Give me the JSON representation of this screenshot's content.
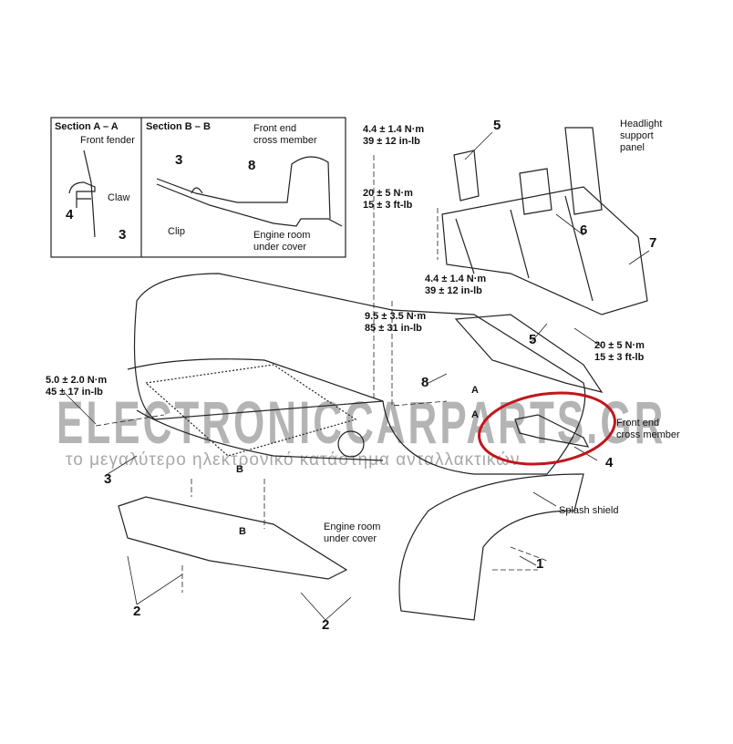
{
  "sections": {
    "a_title": "Section A – A",
    "a_front_fender": "Front fender",
    "a_claw": "Claw",
    "a_num_4": "4",
    "a_num_3": "3",
    "b_title": "Section B – B",
    "b_front_end_cross_member_1": "Front end",
    "b_front_end_cross_member_2": "cross member",
    "b_num_3": "3",
    "b_num_8": "8",
    "b_clip": "Clip",
    "b_engine_room_1": "Engine room",
    "b_engine_room_2": "under cover"
  },
  "torque": {
    "t1": [
      "4.4 ± 1.4 N·m",
      "39 ± 12 in-lb"
    ],
    "t2": [
      "20 ± 5 N·m",
      "15 ± 3 ft-lb"
    ],
    "t3": [
      "4.4 ± 1.4 N·m",
      "39 ± 12 in-lb"
    ],
    "t4": [
      "9.5 ± 3.5 N·m",
      "85 ± 31 in-lb"
    ],
    "t5": [
      "20 ± 5 N·m",
      "15 ± 3 ft-lb"
    ],
    "t6": [
      "5.0 ± 2.0 N·m",
      "45 ± 17 in-lb"
    ]
  },
  "labels": {
    "headlight": [
      "Headlight",
      "support",
      "panel"
    ],
    "front_end_cross_member": [
      "Front end",
      "cross member"
    ],
    "splash_shield": "Splash shield",
    "engine_room": [
      "Engine room",
      "under cover"
    ]
  },
  "callouts": {
    "n5a": "5",
    "n6": "6",
    "n7": "7",
    "n5b": "5",
    "n8": "8",
    "A1": "A",
    "A2": "A",
    "n3": "3",
    "B1": "B",
    "n4": "4",
    "B2": "B",
    "n1": "1",
    "n2a": "2",
    "n2b": "2"
  },
  "watermark": {
    "brand": "ELECTRONICCARPARTS.GR",
    "tagline": "το μεγαλύτερο ηλεκτρονικό κατάστημα ανταλλακτικών"
  },
  "colors": {
    "highlight": "#c0161c",
    "line": "#222222"
  }
}
